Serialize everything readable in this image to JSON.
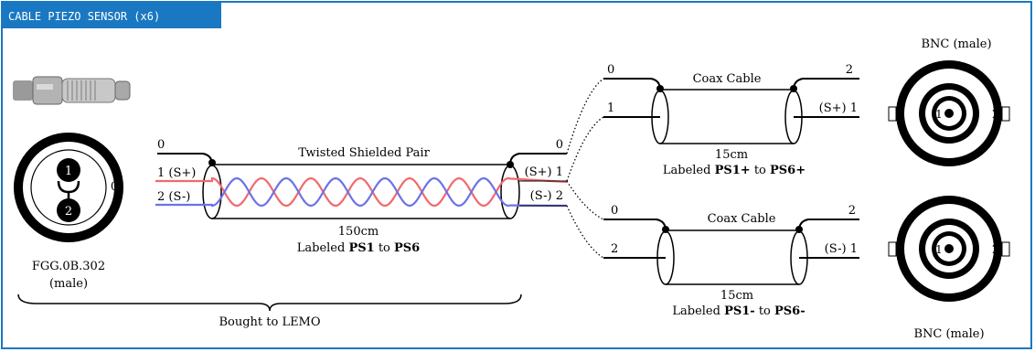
{
  "title": "CABLE PIEZO SENSOR (x6)",
  "lemo": {
    "pin1": "1",
    "pin2": "2",
    "pin0": "0",
    "part": "FGG.0B.302",
    "gender": "(male)",
    "bought": "Bought to LEMO"
  },
  "twisted": {
    "label": "Twisted Shielded Pair",
    "length": "150cm",
    "tag_prefix": "Labeled ",
    "tag_from": "PS1",
    "tag_mid": " to ",
    "tag_to": "PS6",
    "left_wire0": "0",
    "left_wire1": "1 (S+)",
    "left_wire2": "2 (S-)",
    "right_wire0": "0",
    "right_wire1": "(S+) 1",
    "right_wire2": "(S-) 2"
  },
  "coax_top": {
    "label": "Coax Cable",
    "length": "15cm",
    "tag_prefix": "Labeled ",
    "tag_from": "PS1+",
    "tag_mid": " to ",
    "tag_to": "PS6+",
    "left_a": "0",
    "left_b": "1",
    "right_a": "2",
    "right_b": "(S+) 1"
  },
  "coax_bottom": {
    "label": "Coax Cable",
    "length": "15cm",
    "tag_prefix": "Labeled ",
    "tag_from": "PS1-",
    "tag_mid": " to ",
    "tag_to": "PS6-",
    "left_a": "0",
    "left_b": "2",
    "right_a": "2",
    "right_b": "(S-) 1"
  },
  "bnc_top": {
    "label": "BNC (male)",
    "center": "1",
    "outer": "2"
  },
  "bnc_bottom": {
    "label": "BNC (male)",
    "center": "1",
    "outer": "2"
  },
  "colors": {
    "accent": "#1a78c2",
    "wire_red": "#f0696e",
    "wire_blue": "#6b72e8"
  }
}
